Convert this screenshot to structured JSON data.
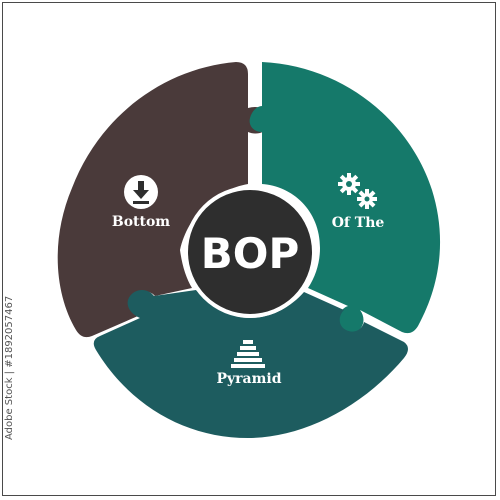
{
  "diagram": {
    "center_text": "BOP",
    "segments": [
      {
        "label": "Bottom",
        "icon": "download-icon",
        "color": "#4a3a3a"
      },
      {
        "label": "Of The",
        "icon": "gears-icon",
        "color": "#15796a"
      },
      {
        "label": "Pyramid",
        "icon": "pyramid-icon",
        "color": "#1d5c5f"
      }
    ],
    "center_color": "#2e2e2e"
  },
  "watermark": {
    "side_text": "Adobe Stock | #1892057467"
  }
}
